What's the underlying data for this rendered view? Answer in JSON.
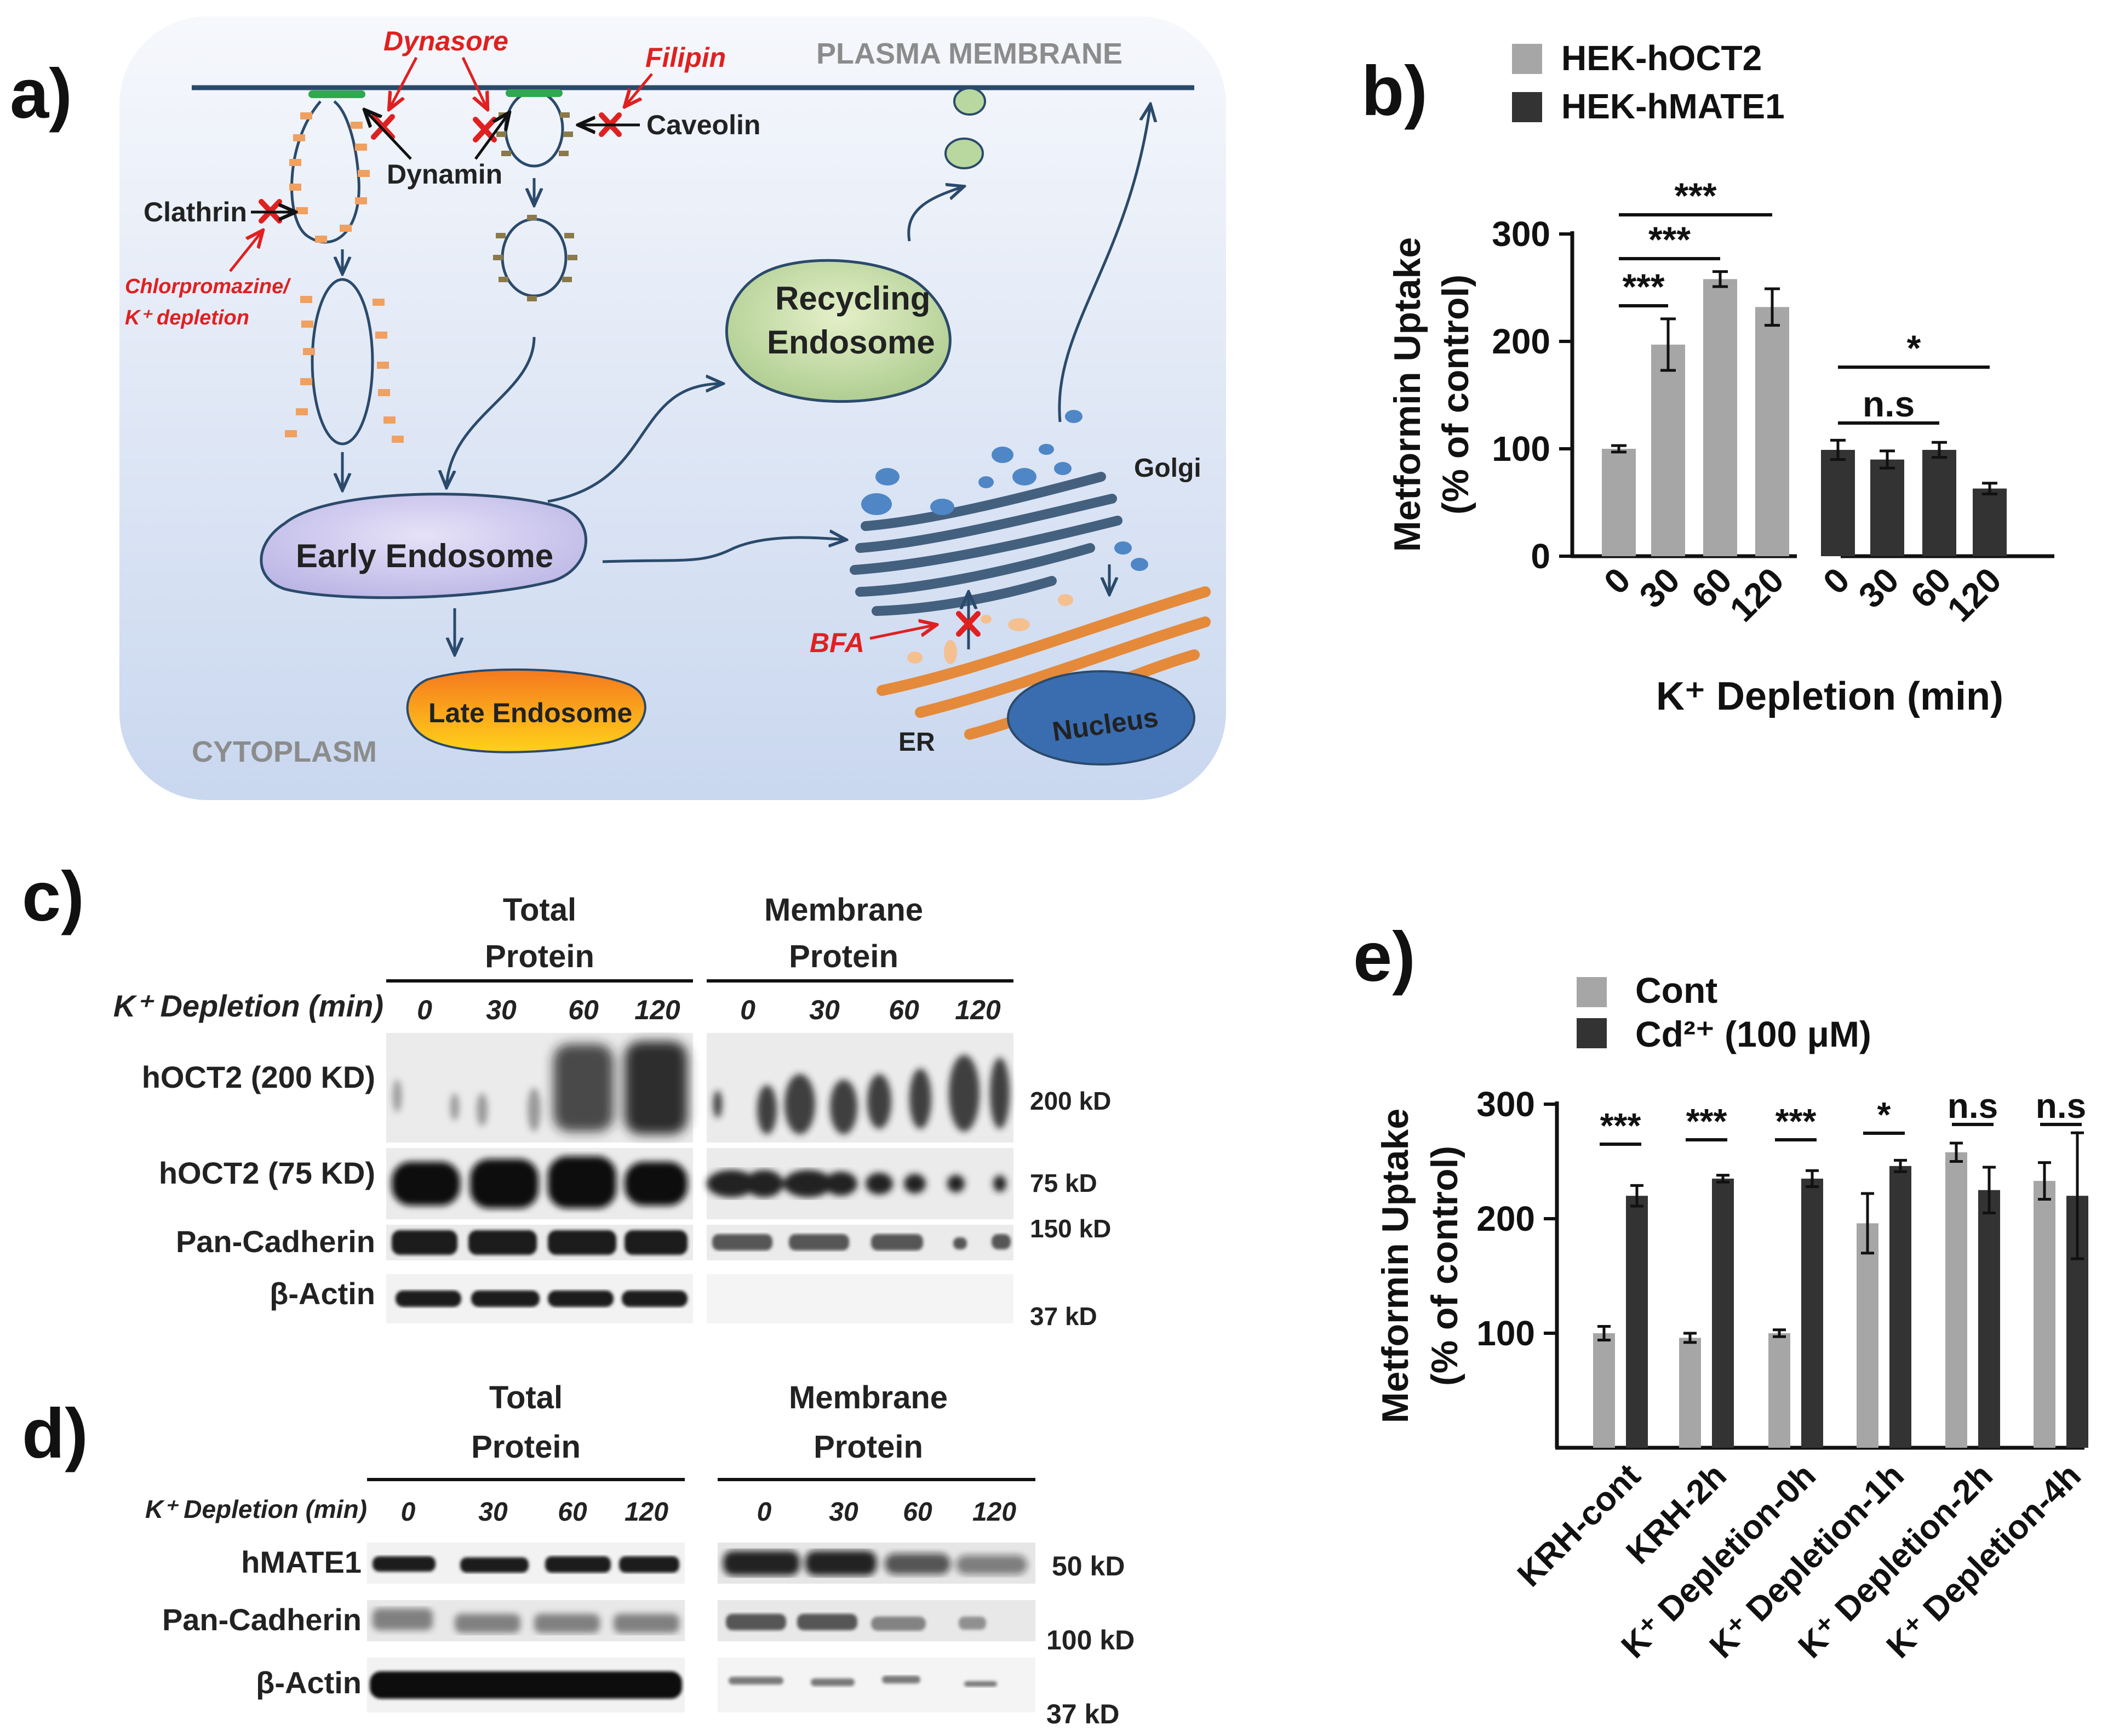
{
  "panels": {
    "a": "a)",
    "b": "b)",
    "c": "c)",
    "d": "d)",
    "e": "e)"
  },
  "diagram": {
    "plasma_membrane": "PLASMA MEMBRANE",
    "cytoplasm": "CYTOPLASM",
    "dynasore": "Dynasore",
    "filipin": "Filipin",
    "caveolin": "Caveolin",
    "dynamin": "Dynamin",
    "clathrin": "Clathrin",
    "chlorpromazine_line1": "Chlorpromazine/",
    "chlorpromazine_line2": "K⁺ depletion",
    "recycling_line1": "Recycling",
    "recycling_line2": "Endosome",
    "early_endosome": "Early Endosome",
    "late_endosome": "Late Endosome",
    "golgi": "Golgi",
    "bfa": "BFA",
    "er": "ER",
    "nucleus": "Nucleus"
  },
  "blot_c": {
    "total_line1": "Total",
    "total_line2": "Protein",
    "membrane_line1": "Membrane",
    "membrane_line2": "Protein",
    "depletion_label": "K⁺ Depletion (min)",
    "lanes": [
      "0",
      "30",
      "60",
      "120"
    ],
    "rows": [
      {
        "label": "hOCT2 (200 KD)",
        "kd": "200 kD"
      },
      {
        "label": "hOCT2 (75 KD)",
        "kd": "75 kD"
      },
      {
        "label": "Pan-Cadherin",
        "kd": "150 kD"
      },
      {
        "label": "β-Actin",
        "kd": "37 kD"
      }
    ]
  },
  "blot_d": {
    "total_line1": "Total",
    "total_line2": "Protein",
    "membrane_line1": "Membrane",
    "membrane_line2": "Protein",
    "depletion_label": "K⁺ Depletion (min)",
    "lanes": [
      "0",
      "30",
      "60",
      "120"
    ],
    "rows": [
      {
        "label": "hMATE1",
        "kd": "50 kD"
      },
      {
        "label": "Pan-Cadherin",
        "kd": "100 kD"
      },
      {
        "label": "β-Actin",
        "kd": "37 kD"
      }
    ]
  },
  "colors": {
    "light_bar": "#a6a6a6",
    "dark_bar": "#333333",
    "membrane": "#2b4a6b",
    "clathrin": "#f0a060",
    "red": "#e02020"
  },
  "chart_data": [
    {
      "type": "bar",
      "panel": "b",
      "ylabel_line1": "Metformin Uptake",
      "ylabel_line2": "(% of control)",
      "xlabel": "K⁺ Depletion (min)",
      "ylim": [
        0,
        300
      ],
      "yticks": [
        "0",
        "100",
        "200",
        "300"
      ],
      "series": [
        {
          "name": "HEK-hOCT2",
          "color": "#a6a6a6",
          "categories": [
            "0",
            "30",
            "60",
            "120"
          ],
          "values": [
            100,
            197,
            258,
            232
          ],
          "errors": [
            3,
            24,
            7,
            17
          ]
        },
        {
          "name": "HEK-hMATE1",
          "color": "#333333",
          "categories": [
            "0",
            "30",
            "60",
            "120"
          ],
          "values": [
            99,
            90,
            99,
            63
          ],
          "errors": [
            9,
            8,
            7,
            5
          ]
        }
      ],
      "significance": [
        "***",
        "***",
        "***",
        "*",
        "n.s"
      ]
    },
    {
      "type": "bar",
      "panel": "e",
      "ylabel_line1": "Metformin Uptake",
      "ylabel_line2": "(% of control)",
      "ylim": [
        0,
        300
      ],
      "yticks": [
        "100",
        "200",
        "300"
      ],
      "categories": [
        "KRH-cont",
        "KRH-2h",
        "K⁺ Depletion-0h",
        "K⁺ Depletion-1h",
        "K⁺ Depletion-2h",
        "K⁺ Depletion-4h"
      ],
      "series": [
        {
          "name": "Cont",
          "color": "#a6a6a6",
          "values": [
            100,
            96,
            100,
            196,
            258,
            233
          ],
          "errors": [
            6,
            4,
            3,
            26,
            8,
            16
          ]
        },
        {
          "name": "Cd²⁺ (100 μM)",
          "color": "#333333",
          "values": [
            220,
            235,
            235,
            246,
            225,
            220
          ],
          "errors": [
            9,
            3,
            7,
            5,
            20,
            55
          ]
        }
      ],
      "significance": [
        "***",
        "***",
        "***",
        "*",
        "n.s",
        "n.s"
      ]
    }
  ]
}
